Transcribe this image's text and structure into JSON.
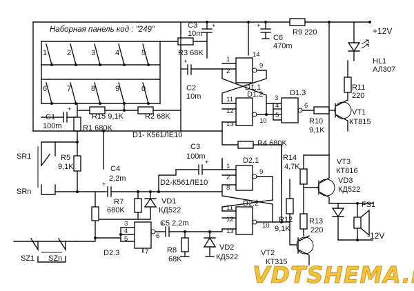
{
  "panel_title": "Наборная панель код : \"249\"",
  "keys": [
    "1",
    "2",
    "3",
    "4",
    "5",
    "6",
    "7",
    "8",
    "9",
    "0"
  ],
  "supply_label": "+12V",
  "minus_label": "-12V",
  "ic_d1": "D1- К561ЛЕ10",
  "ic_d2": "D2-К561ЛЕ10",
  "gates": {
    "d11": "D1.1",
    "d12": "D1.2",
    "d13": "D1.3",
    "d21": "D2.1",
    "d22": "D2.2",
    "d23": "D2.3"
  },
  "components": {
    "c1": [
      "C1",
      "100m"
    ],
    "c2": [
      "C2",
      "10m"
    ],
    "c3a": [
      "C3",
      "10m"
    ],
    "c3b": [
      "C3",
      "100m"
    ],
    "c4": [
      "C4",
      "2,2m"
    ],
    "c5": [
      "C5 2,2m"
    ],
    "c6": [
      "C6",
      "470m"
    ],
    "r1": [
      "R1 680K"
    ],
    "r2": [
      "R2 68K"
    ],
    "r3": [
      "R3 68K"
    ],
    "r4": [
      "R4 680K"
    ],
    "r5": [
      "R5",
      "9,1K"
    ],
    "r7": [
      "R7",
      "680K"
    ],
    "r8": [
      "R8",
      "68K"
    ],
    "r9": [
      "R9 220"
    ],
    "r10": [
      "R10",
      "9,1K"
    ],
    "r11": [
      "R11",
      "220"
    ],
    "r12": [
      "R12",
      "9,1K"
    ],
    "r13": [
      "R13",
      "220"
    ],
    "r14": [
      "R14",
      "4,7K"
    ],
    "r15": [
      "R15 9,1K"
    ],
    "hl1": [
      "HL1",
      "АЛ307"
    ],
    "vd1": [
      "VD1",
      "КД522"
    ],
    "vd2": [
      "VD2",
      "КД522"
    ],
    "vd3": [
      "VD3",
      "КД522"
    ],
    "vt1": [
      "VT1",
      "КТ815"
    ],
    "vt2": [
      "VT2",
      "КТ315"
    ],
    "vt3": [
      "VT3",
      "КТ816"
    ],
    "fs1": [
      "FS1"
    ]
  },
  "pins": {
    "d11": [
      "1",
      "2",
      "9",
      "14"
    ],
    "d12": [
      "11",
      "12",
      "13",
      "10"
    ],
    "d13": [
      "3",
      "4",
      "5",
      "6"
    ],
    "d21": [
      "1",
      "2",
      "8",
      "9"
    ],
    "d22": [
      "11",
      "12",
      "13",
      "10"
    ],
    "d23": [
      "3",
      "4",
      "5",
      "6",
      "7"
    ]
  },
  "switches": {
    "sr1": "SR1",
    "srn": "SRn",
    "sz1": "SZ1",
    "szn": "SZn"
  },
  "watermark": "VDTSHEMA.RU"
}
